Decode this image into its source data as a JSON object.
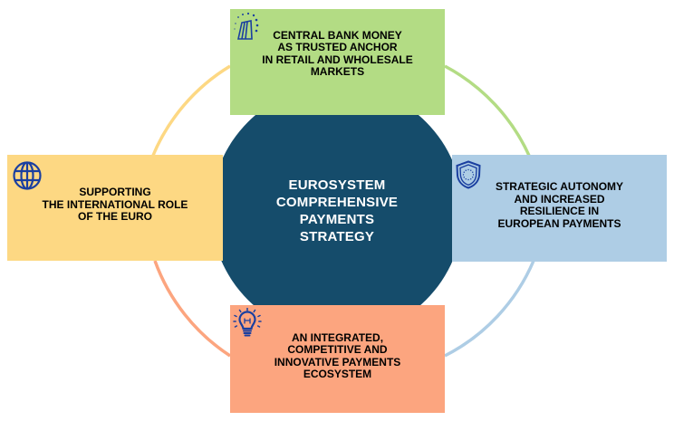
{
  "colors": {
    "center": "#154c6b",
    "icon": "#1a3fa0",
    "top": "#b3dc84",
    "left": "#fdd883",
    "right": "#aecde5",
    "bottom": "#fca57f"
  },
  "center": {
    "title": "EUROSYSTEM\nCOMPREHENSIVE\nPAYMENTS\nSTRATEGY"
  },
  "pillars": {
    "top": {
      "icon": "central-bank-building-icon",
      "text": "CENTRAL BANK MONEY\nAS TRUSTED ANCHOR\nIN RETAIL AND WHOLESALE\nMARKETS"
    },
    "left": {
      "icon": "globe-icon",
      "text": "SUPPORTING\nTHE INTERNATIONAL ROLE\nOF THE EURO"
    },
    "right": {
      "icon": "eu-shield-icon",
      "text": "STRATEGIC AUTONOMY\nAND INCREASED\nRESILIENCE IN\nEUROPEAN PAYMENTS"
    },
    "bottom": {
      "icon": "lightbulb-icon",
      "text": "AN INTEGRATED,\nCOMPETITIVE AND\nINNOVATIVE PAYMENTS\nECOSYSTEM"
    }
  }
}
